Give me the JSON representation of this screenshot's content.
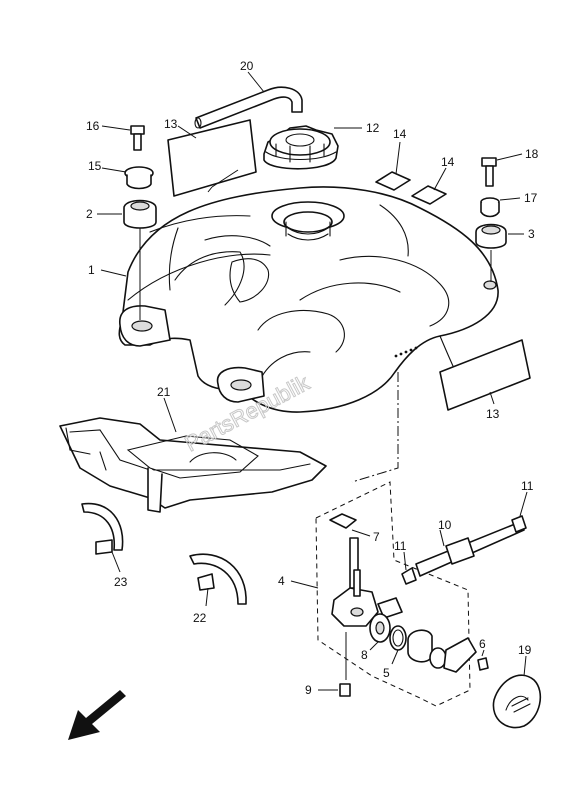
{
  "watermark": "PartsRepublik",
  "callouts": [
    "1",
    "2",
    "3",
    "4",
    "5",
    "6",
    "7",
    "8",
    "9",
    "10",
    "11",
    "11",
    "12",
    "13",
    "13",
    "14",
    "14",
    "15",
    "16",
    "17",
    "18",
    "19",
    "20",
    "21",
    "22",
    "23"
  ]
}
